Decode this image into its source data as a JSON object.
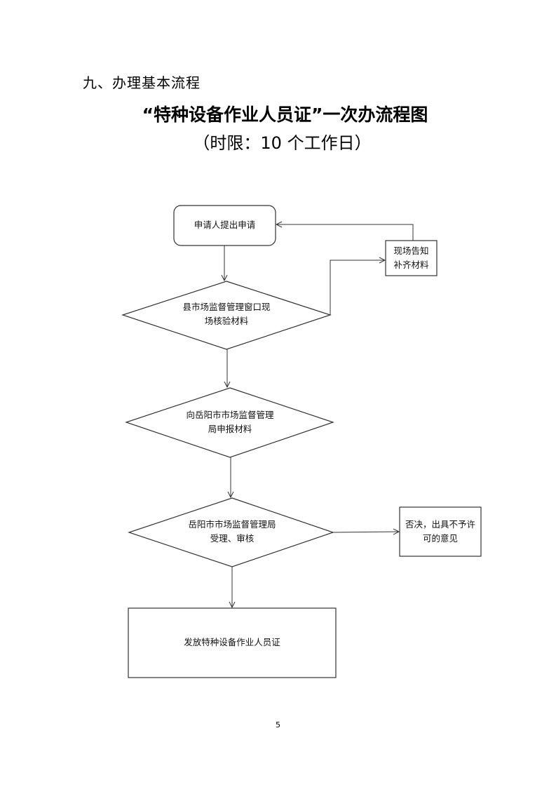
{
  "section_heading": "九、办理基本流程",
  "title": "“特种设备作业人员证”一次办流程图",
  "subtitle": "（时限：10 个工作日）",
  "flowchart": {
    "nodes": {
      "apply": {
        "type": "rounded-rect",
        "label": "申请人提出申请"
      },
      "notify_supplement": {
        "type": "rect",
        "line1": "现场告知",
        "line2": "补齐材料"
      },
      "county_check": {
        "type": "diamond",
        "line1": "县市场监督管理窗口现",
        "line2": "场核验材料"
      },
      "report_city": {
        "type": "diamond",
        "line1": "向岳阳市市场监督管理",
        "line2": "局申报材料"
      },
      "city_review": {
        "type": "diamond",
        "line1": "岳阳市市场监督管理局",
        "line2": "受理、审核"
      },
      "reject": {
        "type": "rect",
        "line1": "否决，出具不予许",
        "line2": "可的意见"
      },
      "issue_cert": {
        "type": "rect",
        "label": "发放特种设备作业人员证"
      }
    },
    "edges": [
      {
        "from": "apply",
        "to": "county_check"
      },
      {
        "from": "county_check",
        "to": "notify_supplement"
      },
      {
        "from": "notify_supplement",
        "to": "apply"
      },
      {
        "from": "county_check",
        "to": "report_city"
      },
      {
        "from": "report_city",
        "to": "city_review"
      },
      {
        "from": "city_review",
        "to": "reject"
      },
      {
        "from": "city_review",
        "to": "issue_cert"
      }
    ]
  },
  "page_number": "5"
}
